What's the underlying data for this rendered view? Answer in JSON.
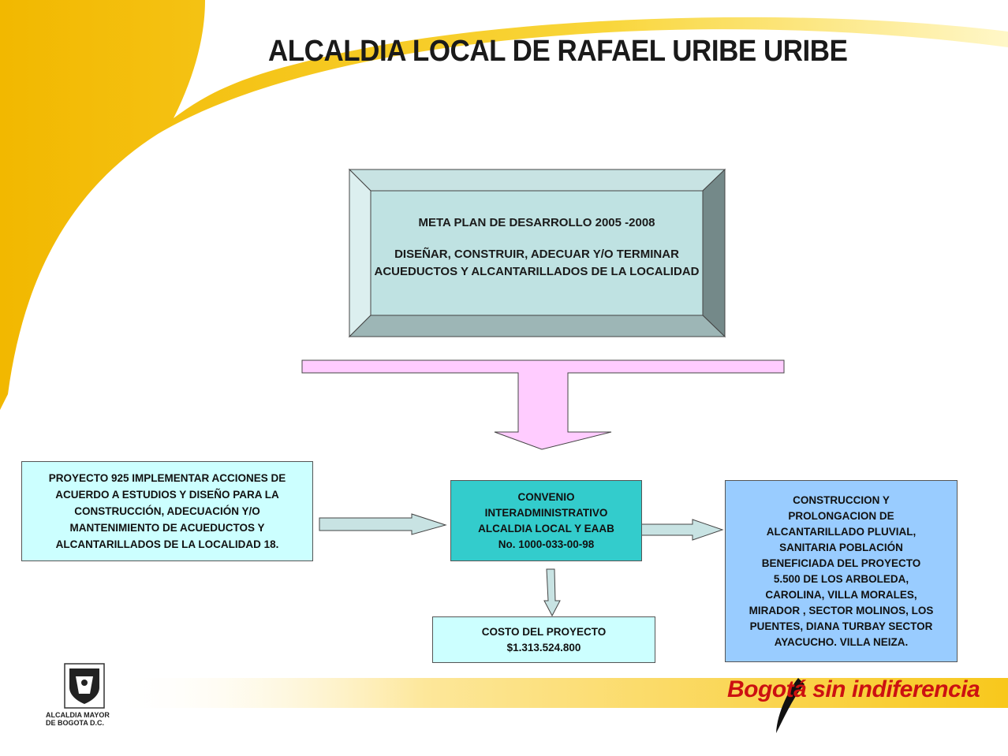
{
  "title": "ALCALDIA LOCAL DE RAFAEL URIBE URIBE",
  "meta": {
    "line1": "META PLAN DE DESARROLLO 2005 -2008",
    "line2": "DISEÑAR, CONSTRUIR, ADECUAR Y/O TERMINAR",
    "line3": "ACUEDUCTOS Y ALCANTARILLADOS DE LA LOCALIDAD"
  },
  "proyecto": {
    "lines": [
      "PROYECTO 925 IMPLEMENTAR ACCIONES DE",
      "ACUERDO A ESTUDIOS Y DISEÑO PARA LA",
      "CONSTRUCCIÓN, ADECUACIÓN Y/O",
      "MANTENIMIENTO DE ACUEDUCTOS Y",
      "ALCANTARILLADOS DE LA LOCALIDAD 18."
    ]
  },
  "convenio": {
    "lines": [
      "CONVENIO",
      "INTERADMINISTRATIVO",
      "ALCALDIA LOCAL Y EAAB",
      "No. 1000-033-00-98"
    ]
  },
  "costo": {
    "lines": [
      "COSTO DEL PROYECTO",
      "$1.313.524.800"
    ]
  },
  "construccion": {
    "lines": [
      "CONSTRUCCION Y",
      "PROLONGACION DE",
      "ALCANTARILLADO PLUVIAL,",
      "SANITARIA POBLACIÓN",
      "BENEFICIADA DEL PROYECTO",
      "5.500 DE LOS ARBOLEDA,",
      "CAROLINA, VILLA MORALES,",
      "MIRADOR , SECTOR MOLINOS, LOS",
      "PUENTES, DIANA TURBAY SECTOR",
      "AYACUCHO. VILLA NEIZA."
    ]
  },
  "logo": {
    "line1": "ALCALDIA MAYOR",
    "line2": "DE BOGOTA D.C."
  },
  "brand": "Bogotá sin indiferencia",
  "colors": {
    "yellow": "#f6c200",
    "pink_arrow": "#ffccff",
    "teal": "#33cccc",
    "light_cyan": "#ccffff",
    "light_blue": "#99ccff",
    "brand_red": "#cc1111"
  }
}
